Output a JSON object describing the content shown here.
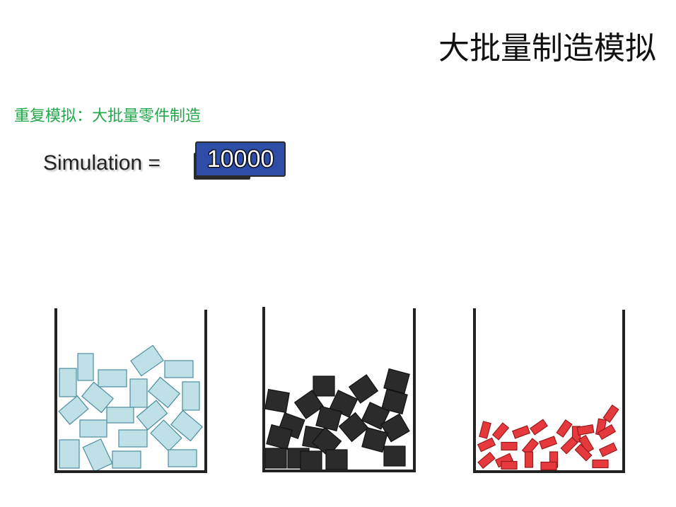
{
  "title": "大批量制造模拟",
  "subtitle": "重复模拟：大批量零件制造",
  "simulation": {
    "label": "Simulation =",
    "value": "10000"
  },
  "colors": {
    "title": "#111111",
    "subtitle": "#22a84a",
    "counter_bg": "#2d4da6",
    "light_blue_part": "#bfe0e6",
    "black_part": "#2b2b2b",
    "red_part": "#e6393e"
  }
}
